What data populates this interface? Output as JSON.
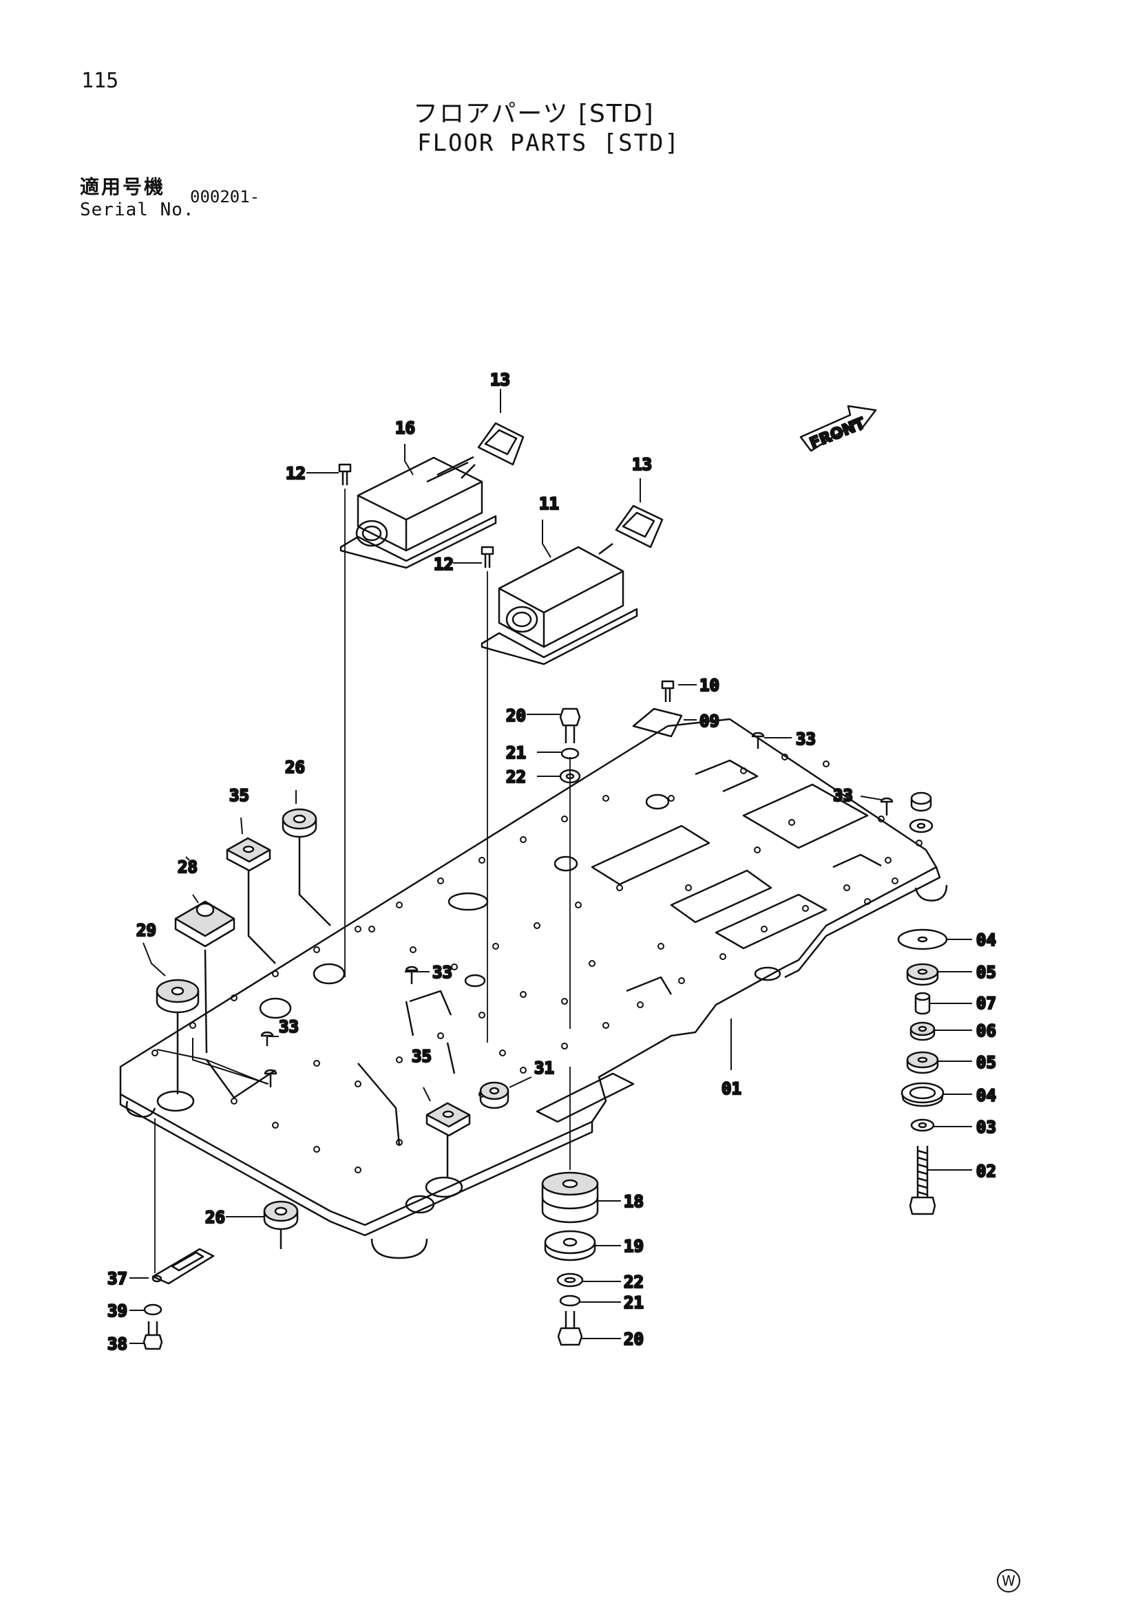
{
  "header": {
    "page_number": "115",
    "title_ja": "フロアパーツ [STD]",
    "title_en": "FLOOR PARTS [STD]",
    "serial_label_ja": "適用号機",
    "serial_label_en": "Serial No.",
    "serial_value": "000201-"
  },
  "diagram": {
    "front_label": "FRONT",
    "callouts": [
      {
        "id": "13"
      },
      {
        "id": "16"
      },
      {
        "id": "12"
      },
      {
        "id": "13"
      },
      {
        "id": "11"
      },
      {
        "id": "12"
      },
      {
        "id": "10"
      },
      {
        "id": "20"
      },
      {
        "id": "09"
      },
      {
        "id": "21"
      },
      {
        "id": "33"
      },
      {
        "id": "22"
      },
      {
        "id": "26"
      },
      {
        "id": "35"
      },
      {
        "id": "33"
      },
      {
        "id": "28"
      },
      {
        "id": "29"
      },
      {
        "id": "33"
      },
      {
        "id": "04"
      },
      {
        "id": "05"
      },
      {
        "id": "07"
      },
      {
        "id": "33"
      },
      {
        "id": "06"
      },
      {
        "id": "35"
      },
      {
        "id": "31"
      },
      {
        "id": "05"
      },
      {
        "id": "01"
      },
      {
        "id": "04"
      },
      {
        "id": "03"
      },
      {
        "id": "02"
      },
      {
        "id": "18"
      },
      {
        "id": "26"
      },
      {
        "id": "19"
      },
      {
        "id": "37"
      },
      {
        "id": "22"
      },
      {
        "id": "39"
      },
      {
        "id": "21"
      },
      {
        "id": "38"
      },
      {
        "id": "20"
      }
    ]
  },
  "footer": {
    "mark": "W"
  }
}
